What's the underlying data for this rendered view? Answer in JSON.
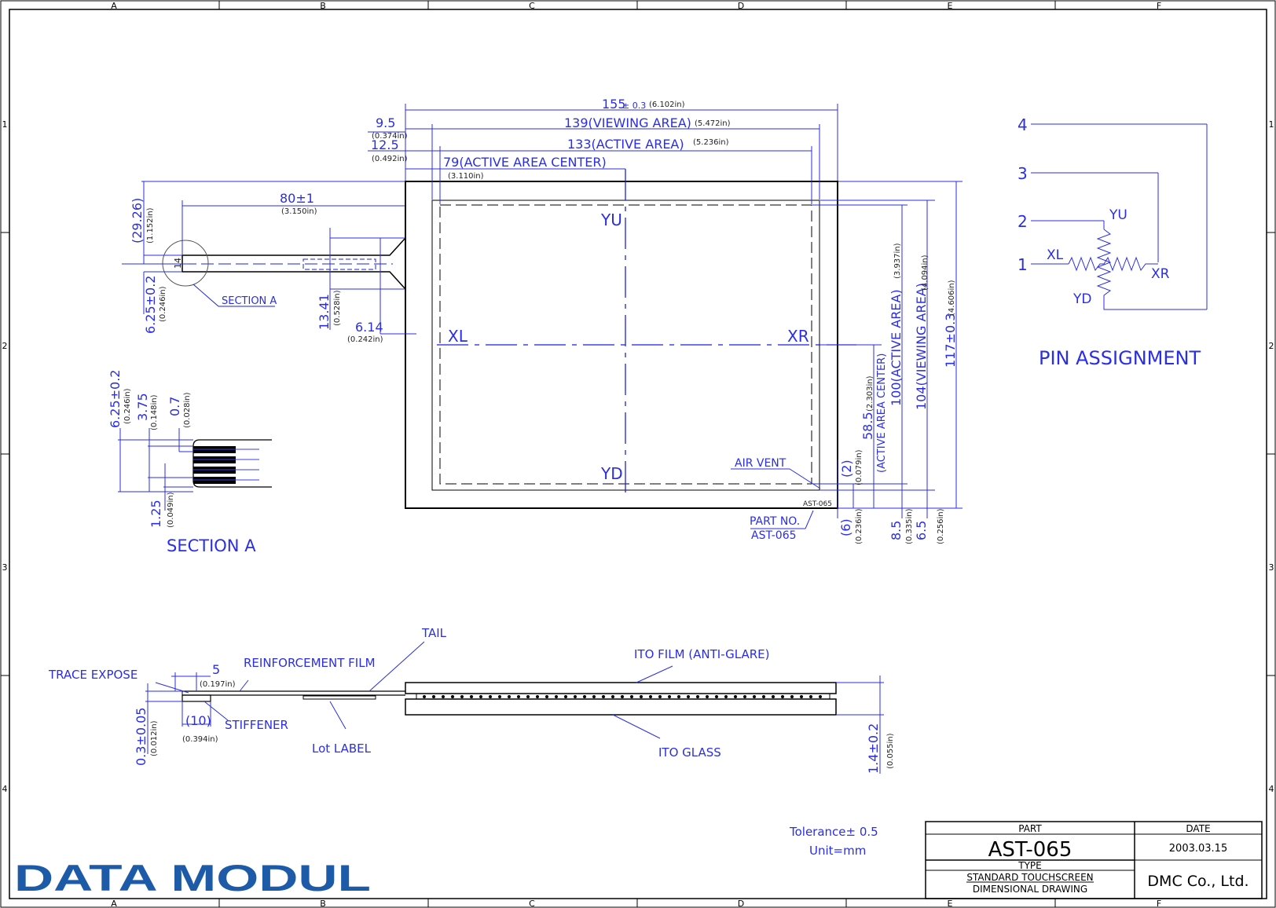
{
  "border": {
    "columns": [
      "A",
      "B",
      "C",
      "D",
      "E",
      "F"
    ],
    "rows": [
      "1",
      "2",
      "3",
      "4"
    ]
  },
  "top_view": {
    "dim_overall_width": "155",
    "dim_overall_width_tol": "± 0.3",
    "dim_overall_width_in": "(6.102in)",
    "dim_viewing_width": "139(VIEWING AREA)",
    "dim_viewing_width_in": "(5.472in)",
    "dim_active_width": "133(ACTIVE AREA)",
    "dim_active_width_in": "(5.236in)",
    "dim_active_center_x": "79(ACTIVE AREA CENTER)",
    "dim_active_center_x_in": "(3.110in)",
    "dim_9_5": "9.5",
    "dim_9_5_in": "(0.374in)",
    "dim_12_5": "12.5",
    "dim_12_5_in": "(0.492in)",
    "dim_tail_length": "80±1",
    "dim_tail_length_in": "(3.150in)",
    "dim_29_26": "(29.26)",
    "dim_29_26_in": "(1.152in)",
    "dim_6_25": "6.25±0.2",
    "dim_6_25_in": "(0.246in)",
    "dim_13_41": "13.41",
    "dim_13_41_in": "(0.528in)",
    "dim_6_14": "6.14",
    "dim_6_14_in": "(0.242in)",
    "tail_width_label": "14",
    "section_a_callout": "SECTION A",
    "label_yu": "YU",
    "label_yd": "YD",
    "label_xl": "XL",
    "label_xr": "XR",
    "air_vent": "AIR VENT",
    "part_no_label": "PART NO.",
    "part_no_value": "AST-065",
    "panel_mark": "AST-065",
    "dim_overall_height": "117±0.3",
    "dim_overall_height_in": "(4.606in)",
    "dim_viewing_height": "104(VIEWING AREA)",
    "dim_viewing_height_in": "(4.094in)",
    "dim_active_height": "100(ACTIVE AREA)",
    "dim_active_height_in": "(3.937in)",
    "dim_active_center_y": "58.5",
    "dim_active_center_y_in": "(2.303in)",
    "dim_active_center_y_note": "(ACTIVE AREA CENTER)",
    "dim_2": "(2)",
    "dim_2_in": "(0.079in)",
    "dim_6": "(6)",
    "dim_6_in": "(0.236in)",
    "dim_8_5": "8.5",
    "dim_8_5_in": "(0.335in)",
    "dim_6_5": "6.5",
    "dim_6_5_in": "(0.256in)"
  },
  "section_a": {
    "title": "SECTION A",
    "dim_6_25": "6.25±0.2",
    "dim_6_25_in": "(0.246in)",
    "dim_3_75": "3.75",
    "dim_3_75_in": "(0.148in)",
    "dim_0_7": "0.7",
    "dim_0_7_in": "(0.028in)",
    "dim_1_25": "1.25",
    "dim_1_25_in": "(0.049in)"
  },
  "pin_assignment": {
    "title": "PIN ASSIGNMENT",
    "pins": [
      "4",
      "3",
      "2",
      "1"
    ],
    "label_yu": "YU",
    "label_yd": "YD",
    "label_xl": "XL",
    "label_xr": "XR"
  },
  "side_view": {
    "trace_expose": "TRACE EXPOSE",
    "reinforcement_film": "REINFORCEMENT FILM",
    "tail": "TAIL",
    "ito_film": "ITO FILM (ANTI-GLARE)",
    "stiffener": "STIFFENER",
    "lot_label": "Lot LABEL",
    "ito_glass": "ITO GLASS",
    "dim_5": "5",
    "dim_5_in": "(0.197in)",
    "dim_10": "(10)",
    "dim_10_in": "(0.394in)",
    "dim_0_3": "0.3±0.05",
    "dim_0_3_in": "(0.012in)",
    "dim_1_4": "1.4±0.2",
    "dim_1_4_in": "(0.055in)"
  },
  "notes": {
    "tolerance": "Tolerance± 0.5",
    "unit": "Unit=mm"
  },
  "title_block": {
    "part_header": "PART",
    "date_header": "DATE",
    "part_value": "AST-065",
    "date_value": "2003.03.15",
    "type_header": "TYPE",
    "type_line1": "STANDARD TOUCHSCREEN",
    "type_line2": "DIMENSIONAL DRAWING",
    "company": "DMC Co., Ltd."
  },
  "logo": {
    "text": "DATA MODUL",
    "color": "#1d5aa8"
  },
  "colors": {
    "dimension": "#2a2ee6",
    "outline": "#000000"
  }
}
